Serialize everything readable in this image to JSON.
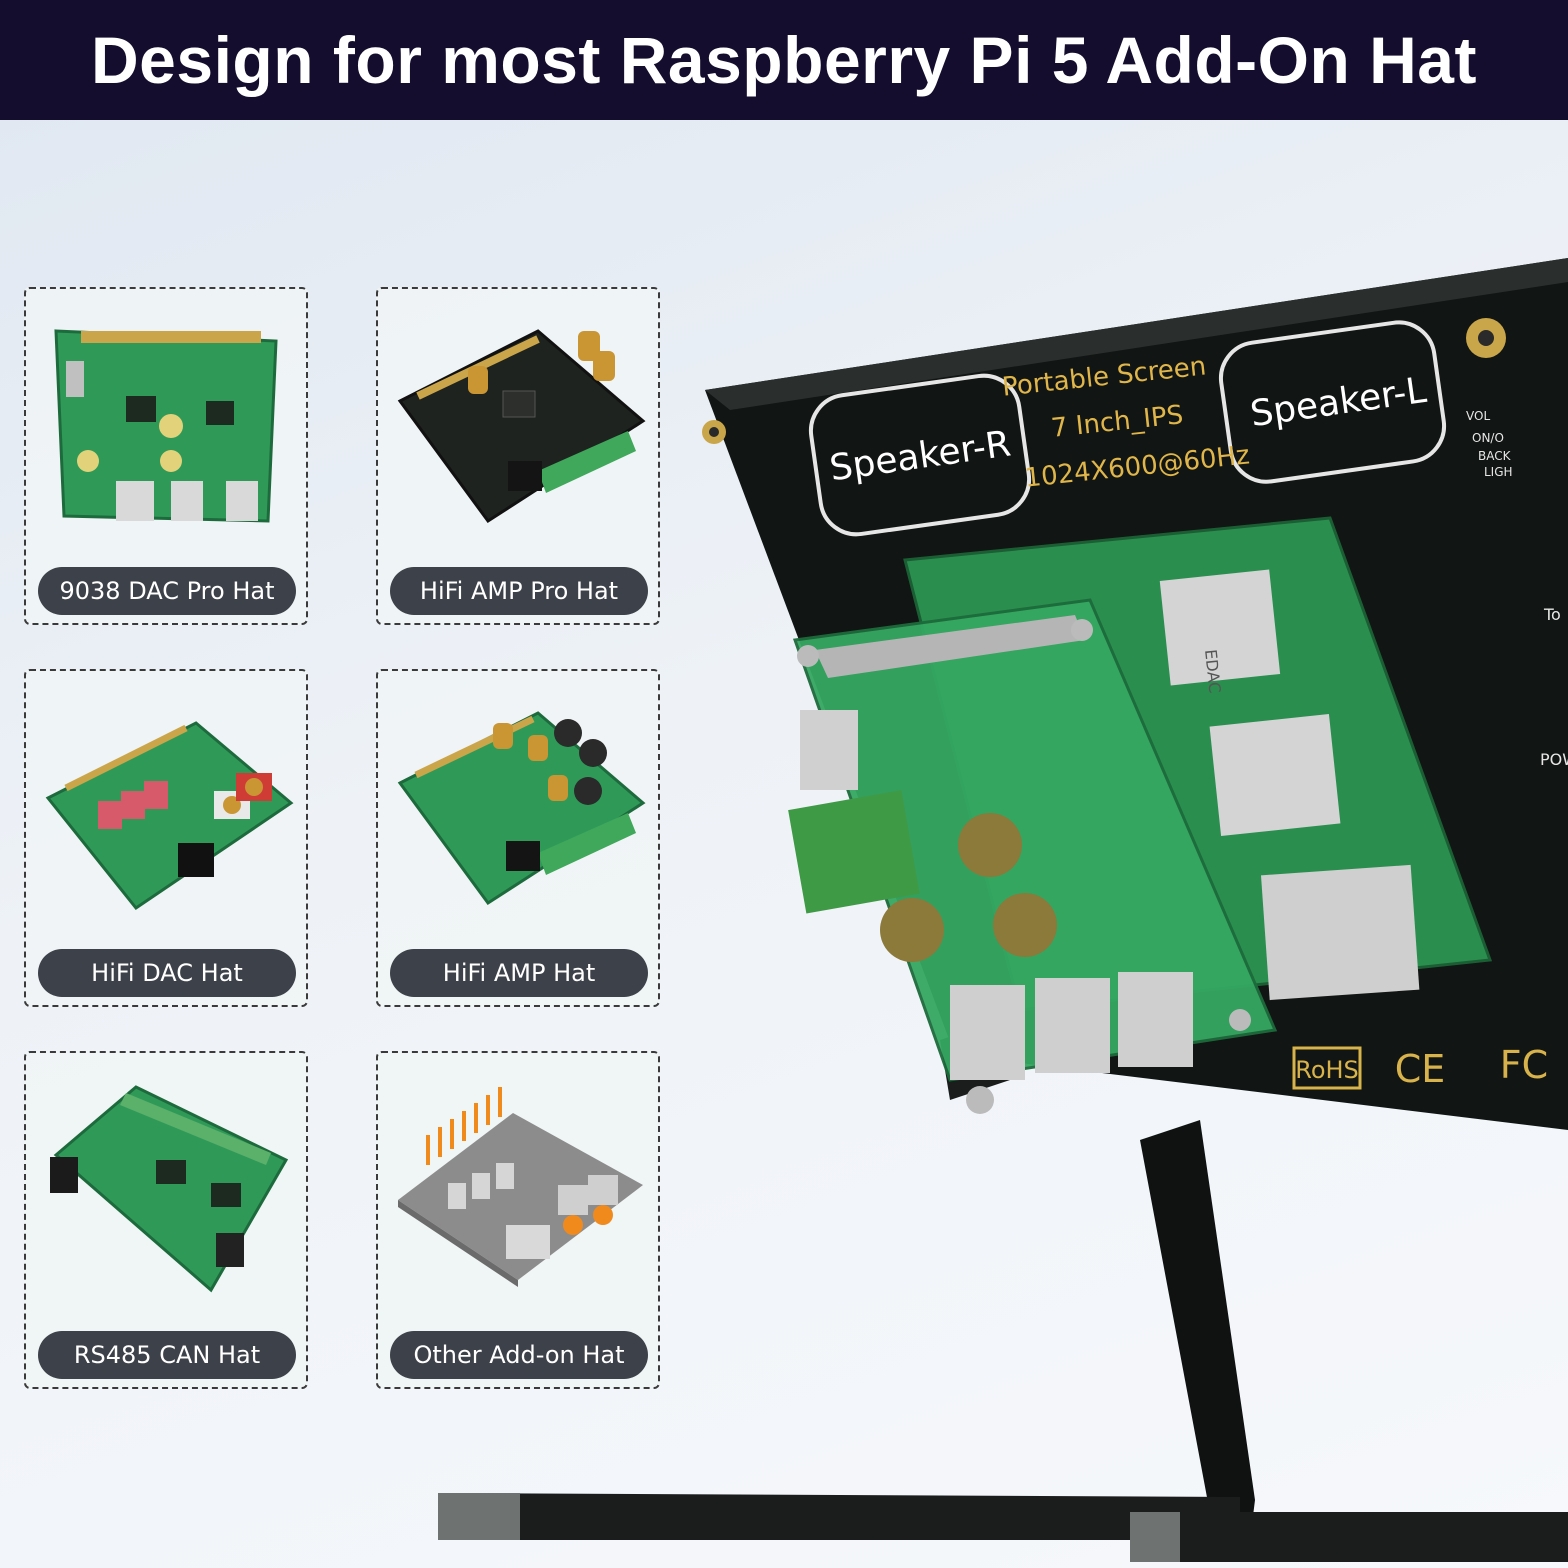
{
  "banner": {
    "title": "Design for most Raspberry Pi 5 Add-On Hat"
  },
  "hats": [
    {
      "label": "9038 DAC Pro Hat",
      "icon": "dac-pro-board-icon"
    },
    {
      "label": "HiFi AMP Pro Hat",
      "icon": "amp-pro-board-icon"
    },
    {
      "label": "HiFi DAC Hat",
      "icon": "dac-board-icon"
    },
    {
      "label": "HiFi AMP Hat",
      "icon": "amp-board-icon"
    },
    {
      "label": "RS485 CAN Hat",
      "icon": "rs485-can-board-icon"
    },
    {
      "label": "Other Add-on Hat",
      "icon": "generic-board-icon"
    }
  ],
  "screen": {
    "speaker_right": "Speaker-R",
    "speaker_left": "Speaker-L",
    "product_line1": "Portable Screen",
    "product_line2": "7 Inch_IPS",
    "product_line3": "1024X600@60Hz",
    "side_vol": "VOL",
    "side_onoff": "ON/O",
    "side_back": "BACK",
    "side_light": "LIGH",
    "side_to": "To",
    "side_pow": "POW",
    "cert_rohs": "RoHS",
    "cert_ce": "CE",
    "cert_fc": "FC",
    "port_label": "EDAC"
  },
  "colors": {
    "banner_bg": "#150d2e",
    "pill_bg": "#3d4149",
    "pcb_green": "#2f9a58",
    "pcb_black": "#1e2320",
    "screen_black": "#111513"
  }
}
